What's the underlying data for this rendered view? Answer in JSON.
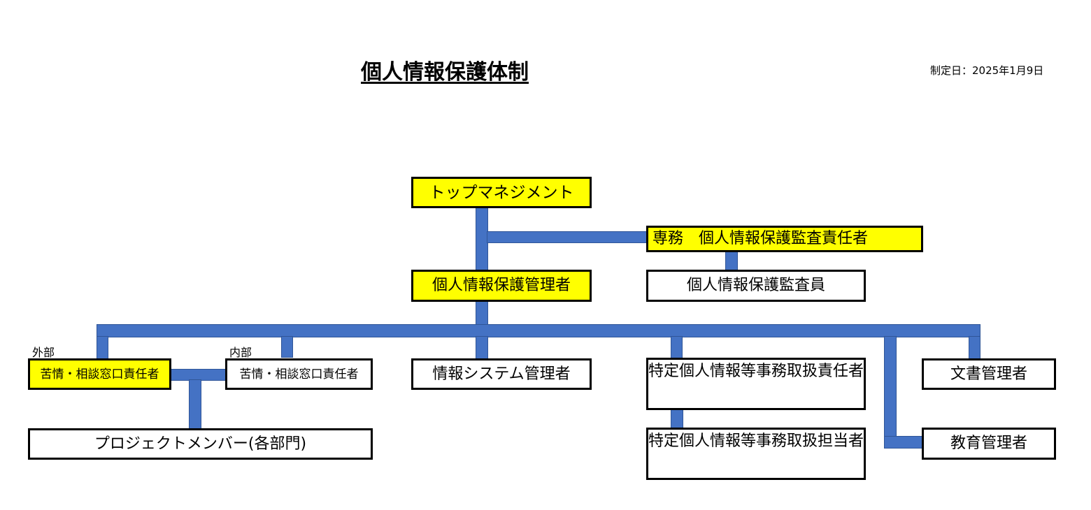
{
  "header": {
    "title": "個人情報保護体制",
    "date": "制定日：2025年1月9日"
  },
  "org": {
    "top_management": "トップマネジメント",
    "audit_manager": "専務　個人情報保護監査責任者",
    "auditor": "個人情報保護監査員",
    "protection_manager": "個人情報保護管理者",
    "external_label": "外部",
    "internal_label": "内部",
    "complaint_external": "苦情・相談窓口責任者",
    "complaint_internal": "苦情・相談窓口責任者",
    "system_manager": "情報システム管理者",
    "specific_personal_info_responsible": "特定個人情報等事務取扱責任者",
    "specific_personal_info_staff": "特定個人情報等事務取扱担当者",
    "document_manager": "文書管理者",
    "education_manager": "教育管理者",
    "project_members": "プロジェクトメンバー(各部門)"
  },
  "colors": {
    "connector": "#4472c4",
    "highlight": "#ffff00",
    "border": "#000000"
  }
}
